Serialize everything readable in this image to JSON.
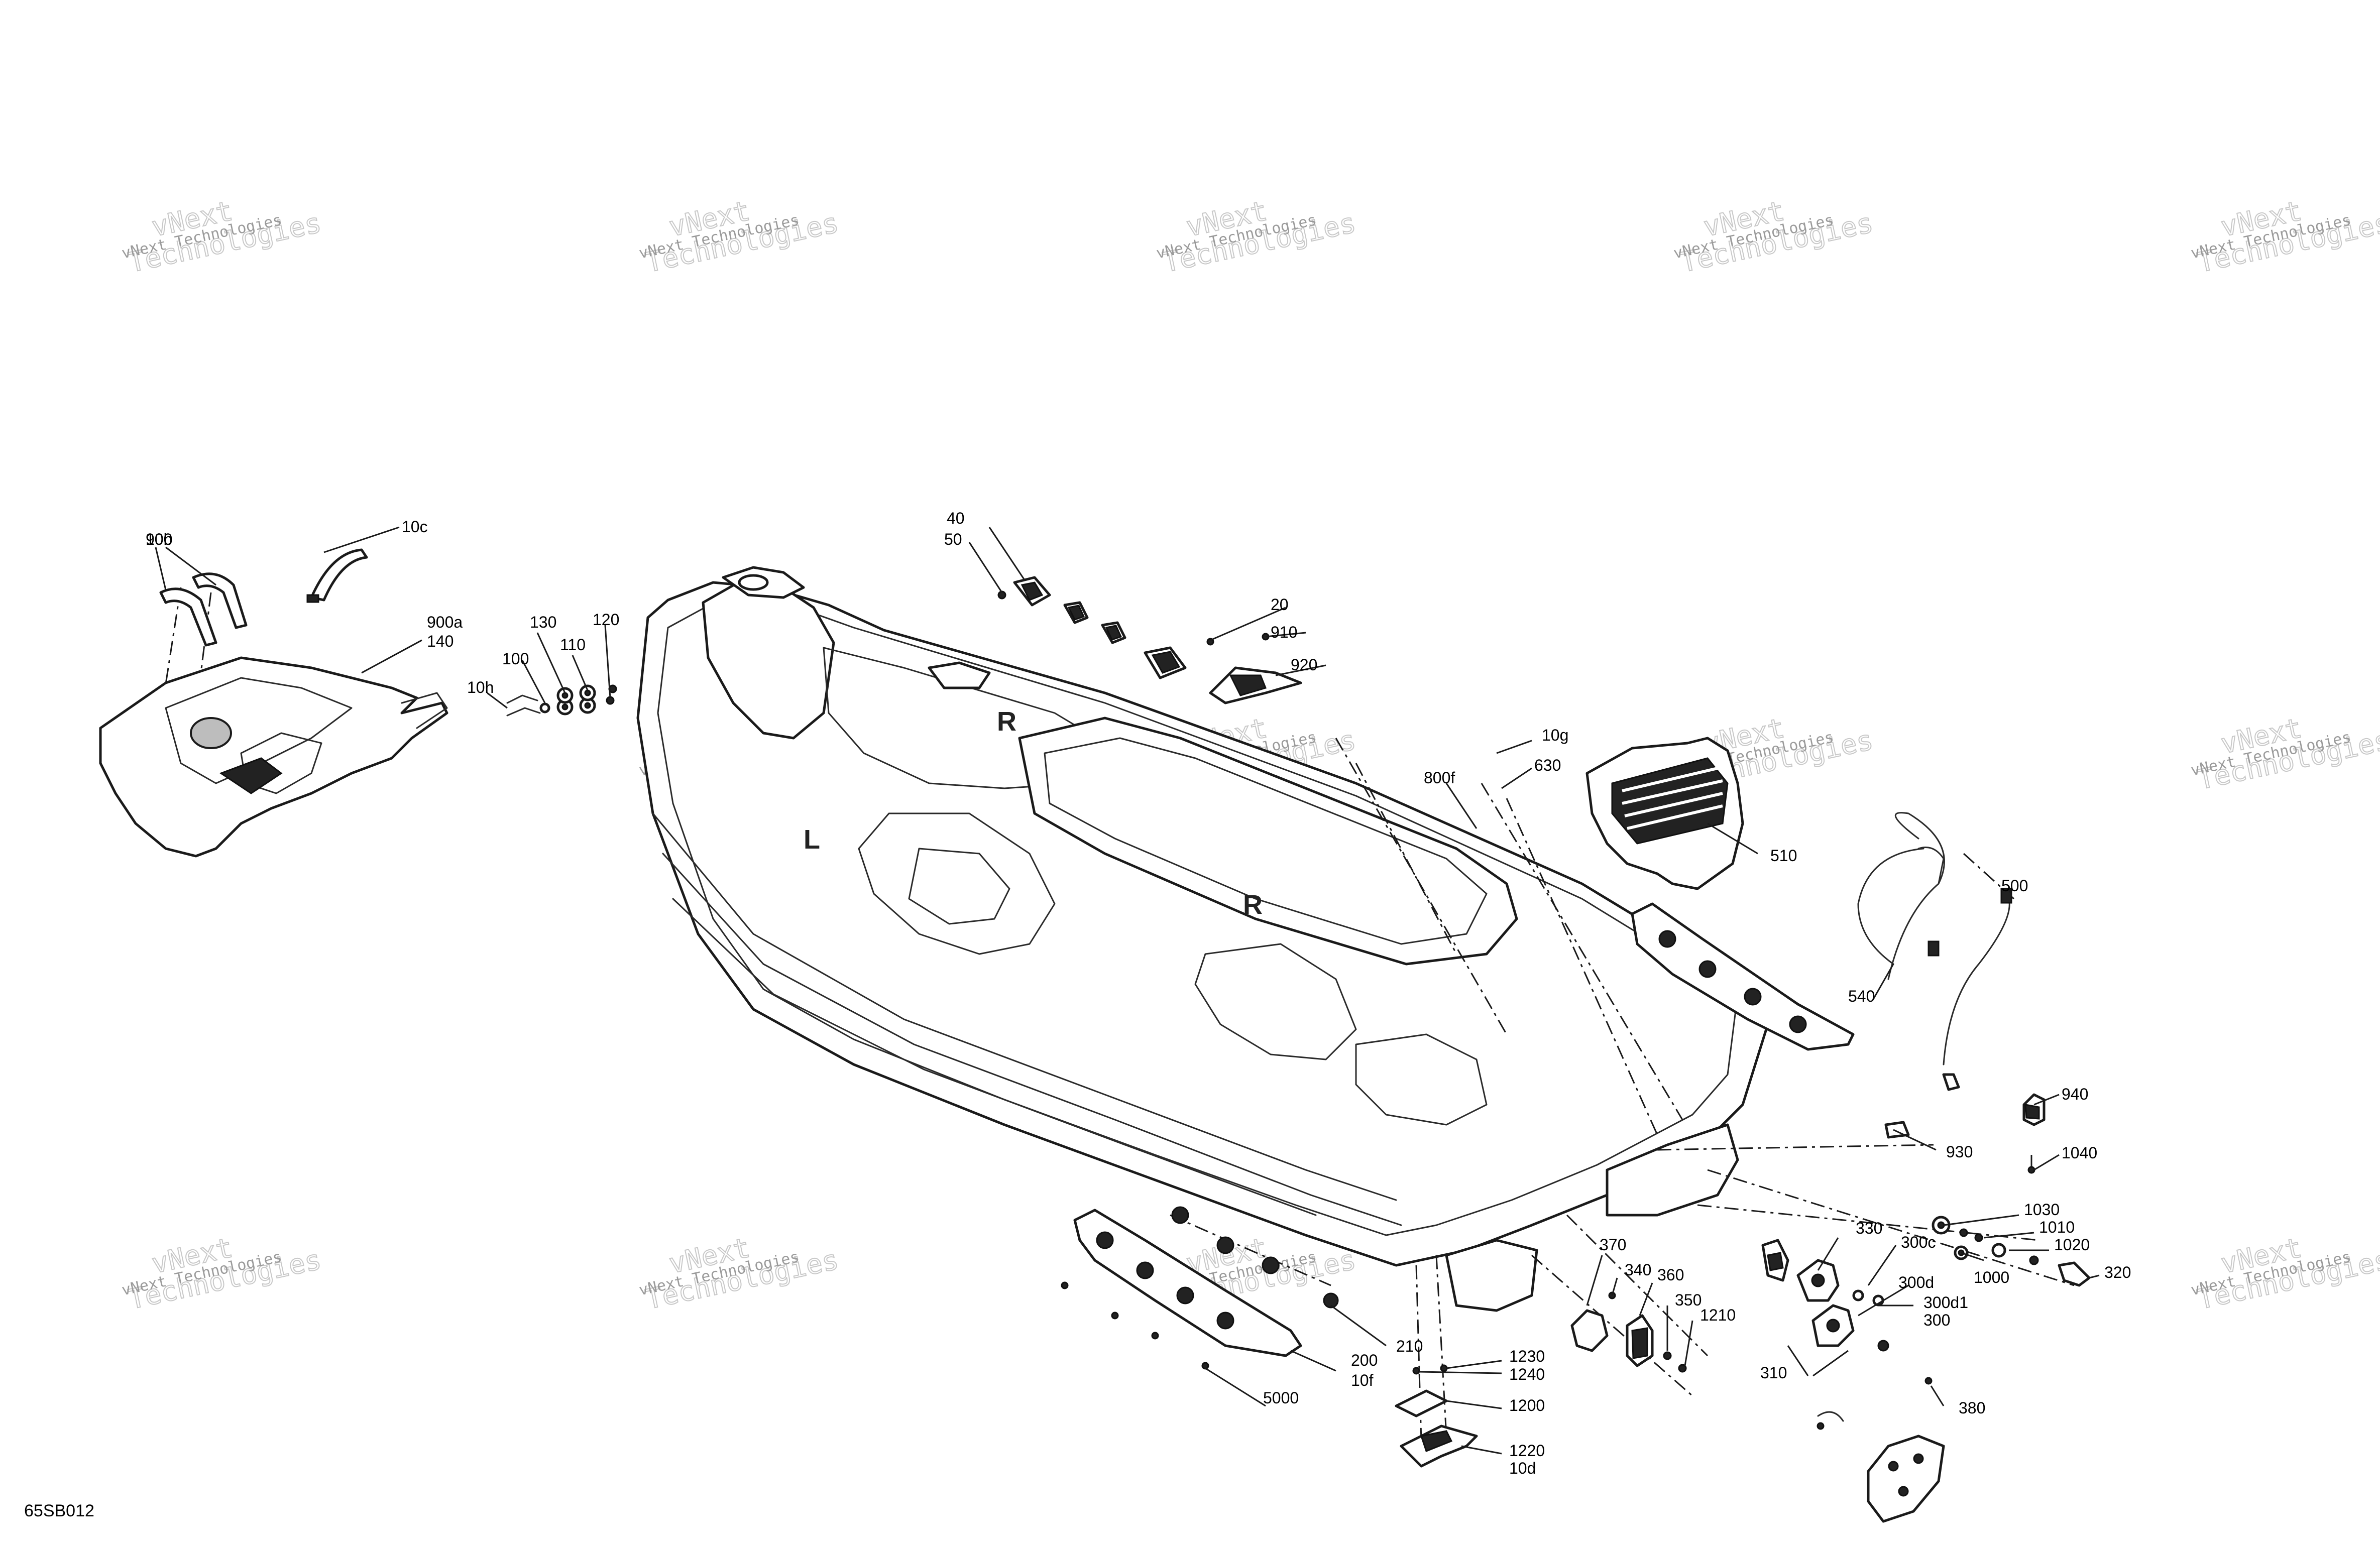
{
  "diagram_code": "65SB012",
  "watermark": {
    "line1": "vNext Technologies",
    "line2_a": "vNext",
    "line2_b": "Technologies"
  },
  "callouts": [
    "10b",
    "10c",
    "40",
    "50",
    "20",
    "910",
    "920",
    "900",
    "900a",
    "140",
    "120",
    "130",
    "110",
    "100",
    "10h",
    "10g",
    "630",
    "800f",
    "510",
    "500",
    "540",
    "930",
    "940",
    "1040",
    "1030",
    "1010",
    "1020",
    "1000",
    "320",
    "330",
    "300c",
    "300d",
    "300d1",
    "300",
    "310",
    "380",
    "370",
    "340",
    "360",
    "350",
    "1210",
    "1230",
    "1240",
    "1200",
    "1220",
    "10d",
    "210",
    "200",
    "10f",
    "5000"
  ]
}
